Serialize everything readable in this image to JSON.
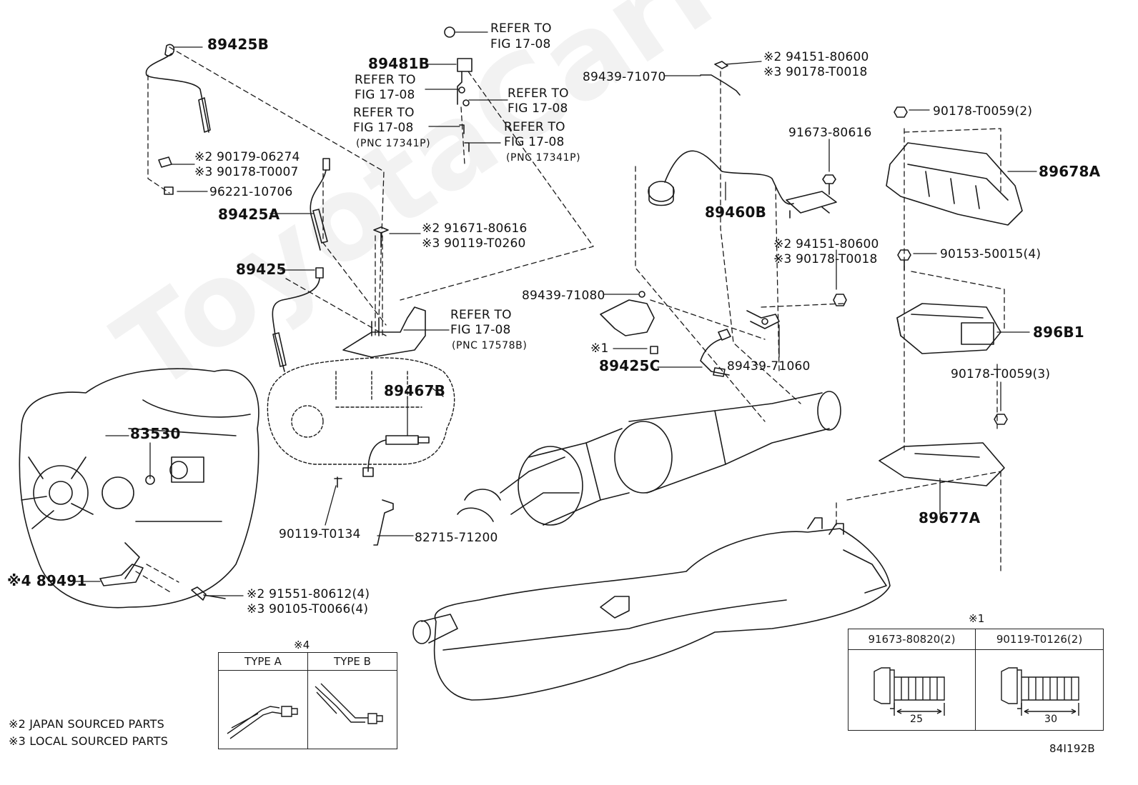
{
  "watermark": "ToyotaCarMine.ru",
  "figure_code": "84I192B",
  "notes": {
    "note2": "※2 JAPAN SOURCED PARTS",
    "note3": "※3 LOCAL SOURCED PARTS"
  },
  "labels": {
    "p89425B": "89425B",
    "p89425A": "89425A",
    "p89425": "89425",
    "p89425C": "89425C",
    "p89481B": "89481B",
    "p89460B": "89460B",
    "p89467B": "89467B",
    "p83530": "83530",
    "p89491": "※4 89491",
    "p89678A": "89678A",
    "p896B1": "896B1",
    "p89677A": "89677A",
    "x1": "※1",
    "ref_top_1": "REFER TO",
    "ref_top_2": "FIG 17-08",
    "ref_a_1": "REFER TO",
    "ref_a_2": "FIG 17-08",
    "ref_b_1": "REFER TO",
    "ref_b_2": "FIG 17-08",
    "ref_b_3": "(PNC 17341P)",
    "ref_c_1": "REFER TO",
    "ref_c_2": "FIG 17-08",
    "ref_d_1": "REFER TO",
    "ref_d_2": "FIG 17-08",
    "ref_d_3": "(PNC 17341P)",
    "ref_e_1": "REFER TO",
    "ref_e_2": "FIG 17-08",
    "ref_e_3": "(PNC 17578B)",
    "n90179": "※2 90179-06274",
    "n90178_t0007": "※3 90178-T0007",
    "n96221": "96221-10706",
    "n91671": "※2 91671-80616",
    "n90119_t0260": "※3 90119-T0260",
    "n94151_a": "※2  94151-80600",
    "n90178_t0018_a": "※3  90178-T0018",
    "n89439_71070": "89439-71070",
    "n91673_80616": "91673-80616",
    "n94151_b": "※2  94151-80600",
    "n90178_t0018_b": "※3  90178-T0018",
    "n89439_71080": "89439-71080",
    "n89439_71060": "89439-71060",
    "n90178_t0059_2": "90178-T0059(2)",
    "n90153": "90153-50015(4)",
    "n90178_t0059_3": "90178-T0059(3)",
    "n90119_t0134": "90119-T0134",
    "n82715": "82715-71200",
    "n91551": "※2 91551-80612(4)",
    "n90105": "※3 90105-T0066(4)"
  },
  "type_table": {
    "title": "※4",
    "col_a": "TYPE A",
    "col_b": "TYPE B"
  },
  "bolt_table": {
    "title": "※1",
    "col_1": "91673-80820(2)",
    "col_2": "90119-T0126(2)",
    "dim_1": "25",
    "dim_2": "30"
  }
}
